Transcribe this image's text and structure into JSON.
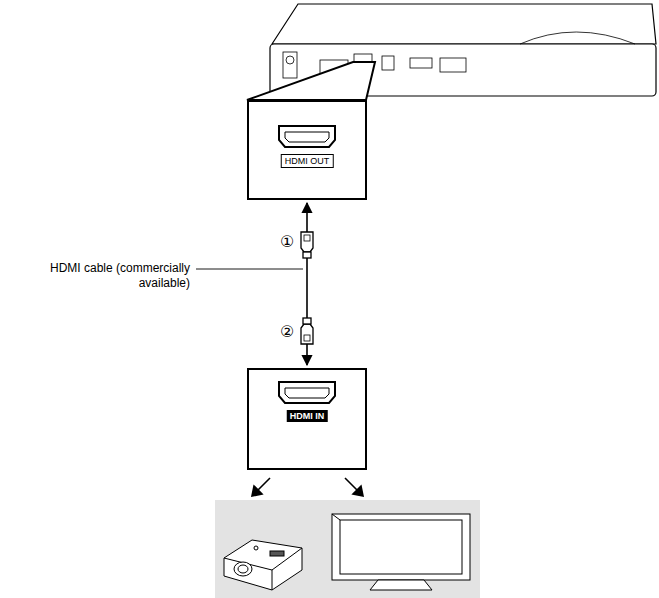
{
  "diagram": {
    "nodes": [
      {
        "text": [
          "HDMI OUT"
        ]
      },
      {
        "text": [
          "HDMI IN"
        ]
      }
    ],
    "edges": [
      {
        "from": 0,
        "to": 1,
        "arrow": "both"
      }
    ],
    "labels": [
      "①",
      "②",
      "HDMI cable (commercially available)"
    ]
  }
}
